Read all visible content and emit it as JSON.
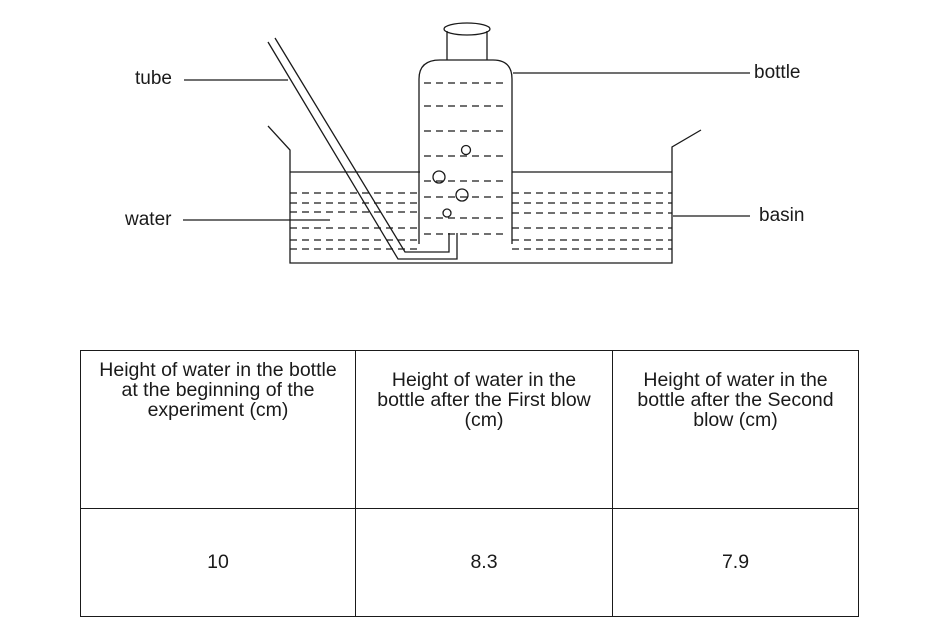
{
  "labels": {
    "tube": "tube",
    "bottle": "bottle",
    "water": "water",
    "basin": "basin"
  },
  "table": {
    "headers": [
      "Height of water in the bottle at the beginning of the experiment (cm)",
      "Height of water in the bottle after the First blow (cm)",
      "Height of water in the bottle after the Second blow (cm)"
    ],
    "values": [
      "10",
      "8.3",
      "7.9"
    ]
  }
}
